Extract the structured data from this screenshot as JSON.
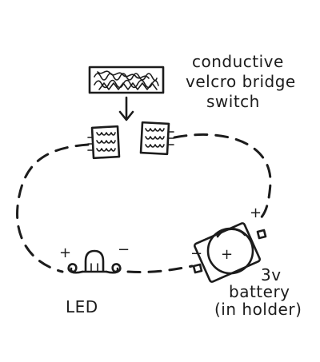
{
  "labels": {
    "switch_line1": "conductive",
    "switch_line2": "velcro bridge",
    "switch_line3": "switch",
    "led": "LED",
    "battery_line1": "3v",
    "battery_line2": "battery",
    "battery_line3": "(in holder)"
  },
  "polarity": {
    "led_positive": "+",
    "led_negative": "−",
    "battery_positive_terminal": "+",
    "battery_negative_terminal": "−",
    "battery_cell": "+"
  }
}
